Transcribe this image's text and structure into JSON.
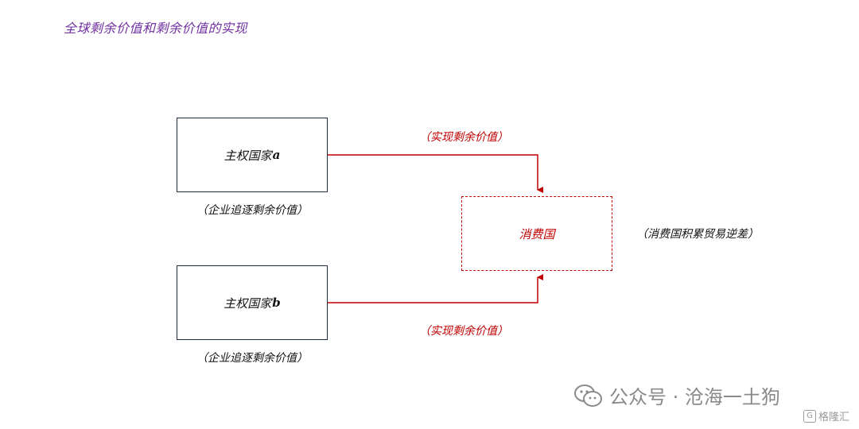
{
  "title": "全球剩余价值和剩余价值的实现",
  "nodes": {
    "sovereign_a": {
      "label": "主权国家",
      "suffix": "a",
      "caption": "（企业追逐剩余价值）"
    },
    "sovereign_b": {
      "label": "主权国家",
      "suffix": "b",
      "caption": "（企业追逐剩余价值）"
    },
    "consumer": {
      "label": "消费国",
      "caption": "（消费国积累贸易逆差）"
    }
  },
  "edges": {
    "top_label": "（实现剩余价值）",
    "bottom_label": "（实现剩余价值）"
  },
  "watermark": {
    "text": "公众号 · 沧海一土狗",
    "brand": "格隆汇",
    "brand_icon": "G"
  },
  "colors": {
    "title": "#7030a0",
    "flow": "#c00000",
    "box_border": "#1f2a44"
  }
}
